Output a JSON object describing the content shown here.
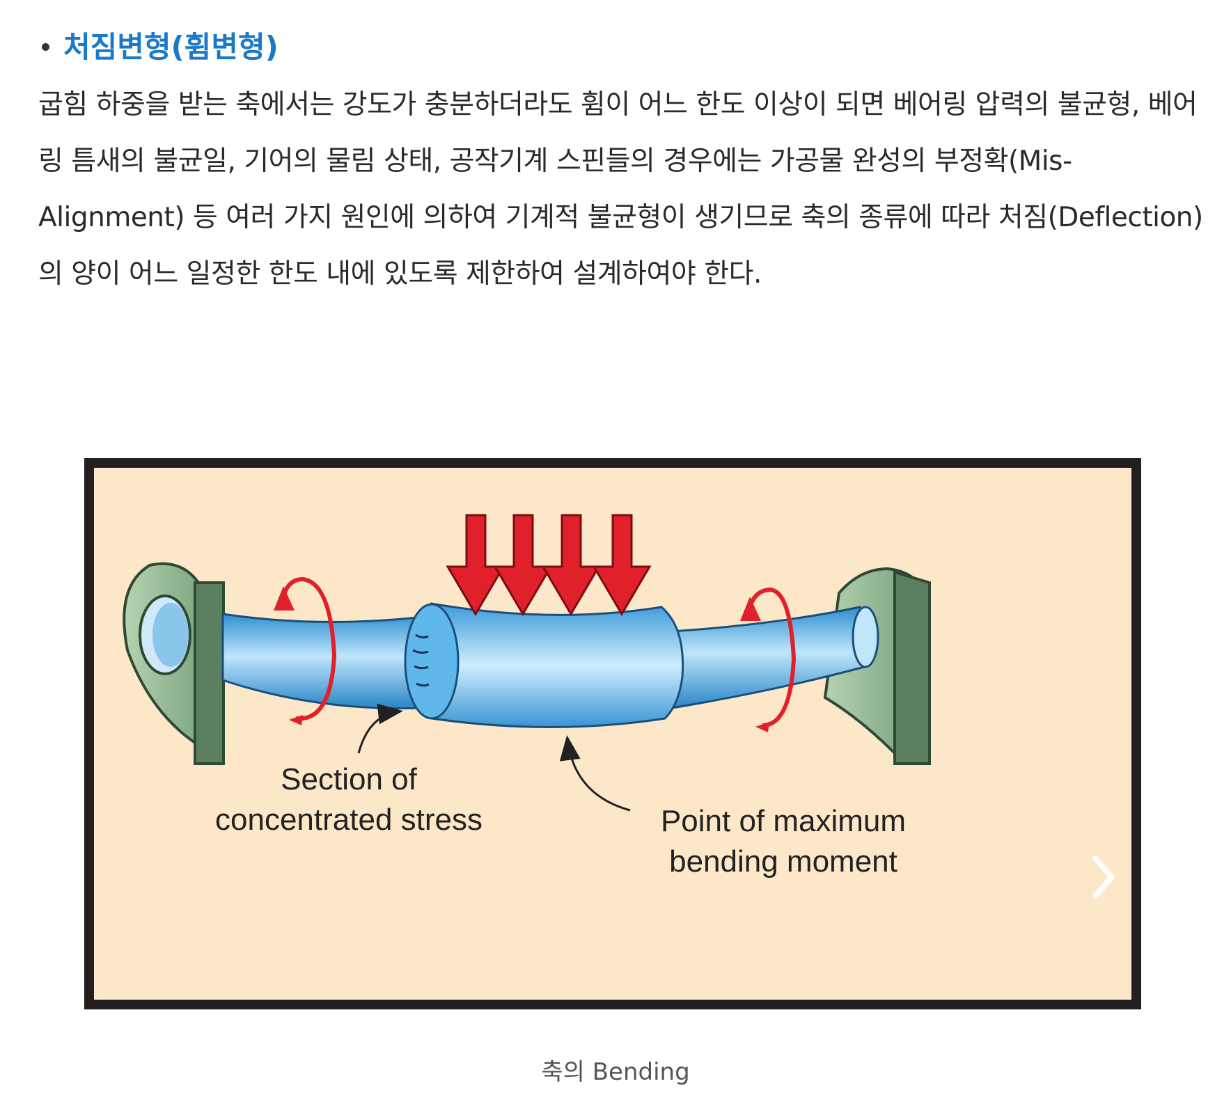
{
  "section": {
    "heading": "처짐변형(휨변형)",
    "paragraph": "굽힘 하중을 받는 축에서는 강도가 충분하더라도 휨이 어느 한도 이상이 되면 베어링 압력의 불균형, 베어링 틈새의 불균일, 기어의 물림 상태, 공작기계 스핀들의 경우에는 가공물 완성의 부정확(Mis-Alignment) 등 여러 가지 원인에 의하여 기계적 불균형이 생기므로 축의 종류에 따라 처짐(Deflection)의 양이 어느 일정한 한도 내에 있도록 제한하여 설계하여야 한다."
  },
  "figure": {
    "label_stress_line1": "Section of",
    "label_stress_line2": "concentrated stress",
    "label_moment_line1": "Point of maximum",
    "label_moment_line2": "bending moment",
    "caption": "축의 Bending",
    "next_icon": "chevron-right-icon",
    "colors": {
      "background": "#fde7c9",
      "frame": "#231f20",
      "shaft": "#4fb2e8",
      "support": "#7aa07c",
      "load_arrow": "#e0202a",
      "rotation_arrow": "#e0202a"
    }
  }
}
